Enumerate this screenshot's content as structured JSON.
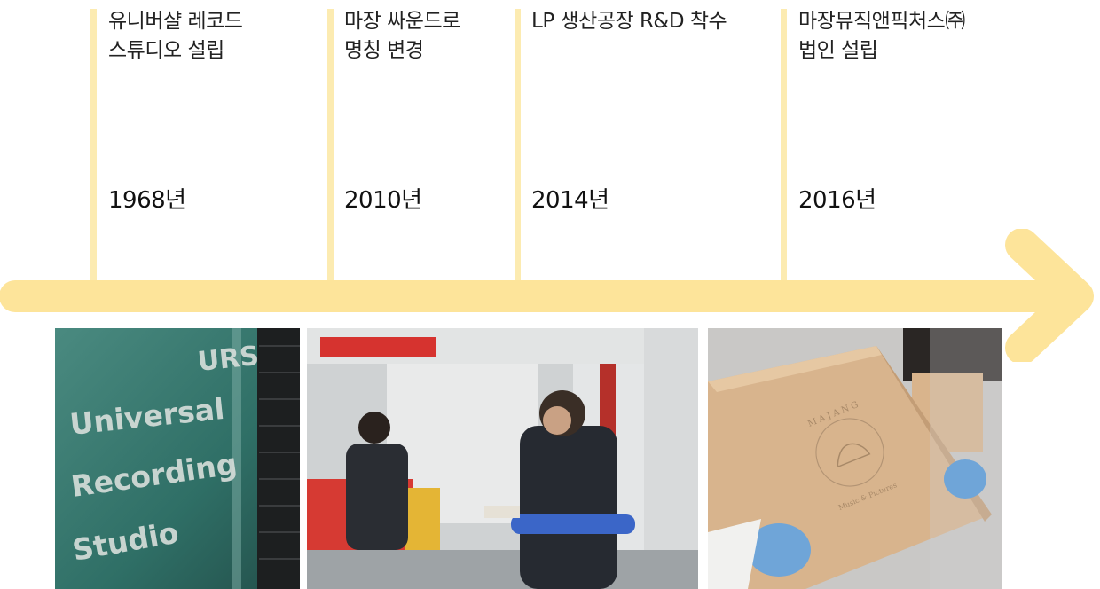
{
  "timeline": {
    "events": [
      {
        "title": "유니버샬 레코드\n스튜디오 설립",
        "year": "1968년"
      },
      {
        "title": "마장 싸운드로\n명칭 변경",
        "year": "2010년"
      },
      {
        "title": "LP 생산공장 R&D 착수",
        "year": "2014년"
      },
      {
        "title": "마장뮤직앤픽처스㈜\n법인 설립",
        "year": "2016년"
      }
    ],
    "arrow_color": "#fde49a",
    "line_color": "#fcebb1"
  },
  "photos": {
    "studio_sign": {
      "lines": [
        "URS",
        "Universal",
        "Recording",
        "Studio"
      ]
    },
    "factory": {
      "icon": "factory-workers-photo"
    },
    "box": {
      "brand": "MAJANG",
      "sub": "Music & Pictures"
    }
  }
}
